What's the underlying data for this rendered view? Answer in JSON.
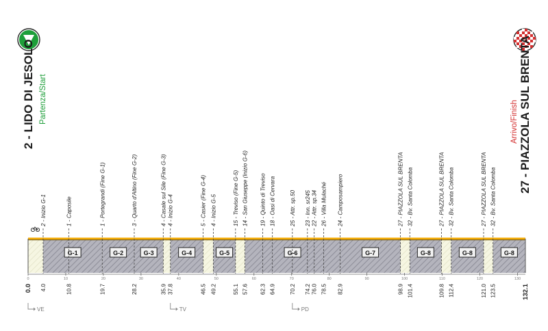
{
  "start": {
    "title": "2 - LIDO DI JESOLO",
    "subtitle": "Partenza/Start",
    "color": "#1e9e3a"
  },
  "finish": {
    "title": "27 - PIAZZOLA SUL BRENTA",
    "subtitle": "Arrivo/Finish",
    "color": "#d32f2f"
  },
  "route": {
    "total_km": 132.1,
    "axis_ticks": [
      0,
      10,
      20,
      30,
      40,
      50,
      60,
      70,
      80,
      90,
      100,
      110,
      120,
      130
    ],
    "axis_tick_labels": [
      "0",
      "10",
      "20",
      "30",
      "40",
      "50",
      "60",
      "70",
      "80",
      "90",
      "100",
      "110",
      "120",
      "130"
    ],
    "line_color": "#f2a900",
    "hatch_color": "#9a9aa5"
  },
  "waypoints": [
    {
      "km": 0.0,
      "dist": "0.0",
      "label": ""
    },
    {
      "km": 4.0,
      "dist": "4.0",
      "label": "2 - Inizio G-1"
    },
    {
      "km": 10.8,
      "dist": "10.8",
      "label": "1 - Caposile"
    },
    {
      "km": 19.7,
      "dist": "19.7",
      "label": "1 - Portegrandi (Fine G-1)"
    },
    {
      "km": 28.2,
      "dist": "28.2",
      "label": "3 - Quarto d'Altino (Fine G-2)"
    },
    {
      "km": 35.9,
      "dist": "35.9",
      "label": "4 - Casale sul Sile (Fine G-3)"
    },
    {
      "km": 37.8,
      "dist": "37.8",
      "label": "4 - Inizio G-4"
    },
    {
      "km": 46.5,
      "dist": "46.5",
      "label": "5 - Casier (Fine G-4)"
    },
    {
      "km": 49.2,
      "dist": "49.2",
      "label": "4 - Inizio G-5"
    },
    {
      "km": 55.1,
      "dist": "55.1",
      "label": "15 - Treviso (Fine G-5)"
    },
    {
      "km": 57.6,
      "dist": "57.6",
      "label": "14 - San Giuseppe (Inizio G-6)"
    },
    {
      "km": 62.3,
      "dist": "62.3",
      "label": "19 - Quinto di Treviso"
    },
    {
      "km": 64.9,
      "dist": "64.9",
      "label": "18 - Oasi di Cervara"
    },
    {
      "km": 70.2,
      "dist": "70.2",
      "label": "25 - Attr. sp.50"
    },
    {
      "km": 74.2,
      "dist": "74.2",
      "label": "23 - Inn. sr245"
    },
    {
      "km": 76.0,
      "dist": "76.0",
      "label": "22 - Attr. sp.34"
    },
    {
      "km": 78.5,
      "dist": "78.5",
      "label": "26 - Villa Mulaché"
    },
    {
      "km": 82.9,
      "dist": "82.9",
      "label": "24 - Camposampiero"
    },
    {
      "km": 98.9,
      "dist": "98.9",
      "label": "27 - PIAZZOLA SUL BRENTA"
    },
    {
      "km": 101.4,
      "dist": "101.4",
      "label": "32 - Bv. Santa Colomba"
    },
    {
      "km": 109.8,
      "dist": "109.8",
      "label": "27 - PIAZZOLA SUL BRENTA"
    },
    {
      "km": 112.4,
      "dist": "112.4",
      "label": "32 - Bv. Santa Colomba"
    },
    {
      "km": 121.0,
      "dist": "121.0",
      "label": "27 - PIAZZOLA SUL BRENTA"
    },
    {
      "km": 123.5,
      "dist": "123.5",
      "label": "32 - Bv. Santa Colomba"
    },
    {
      "km": 132.1,
      "dist": "132.1",
      "label": ""
    }
  ],
  "segments": [
    {
      "label": "G-1",
      "from": 4.0,
      "to": 19.7
    },
    {
      "label": "G-2",
      "from": 19.7,
      "to": 28.2
    },
    {
      "label": "G-3",
      "from": 28.2,
      "to": 35.9
    },
    {
      "label": "G-4",
      "from": 37.8,
      "to": 46.5
    },
    {
      "label": "G-5",
      "from": 49.2,
      "to": 55.1
    },
    {
      "label": "G-6",
      "from": 57.6,
      "to": 82.9
    },
    {
      "label": "G-7",
      "from": 82.9,
      "to": 98.9
    },
    {
      "label": "G-8",
      "from": 101.4,
      "to": 109.8
    },
    {
      "label": "G-8",
      "from": 112.4,
      "to": 121.0
    },
    {
      "label": "G-8",
      "from": 123.5,
      "to": 132.1
    }
  ],
  "provinces": [
    {
      "label": "VE",
      "km": 0.0
    },
    {
      "label": "TV",
      "km": 37.8
    },
    {
      "label": "PD",
      "km": 70.2
    }
  ]
}
